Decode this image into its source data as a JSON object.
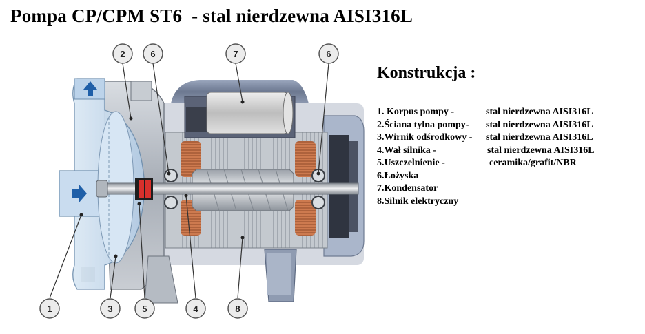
{
  "title": "Pompa CP/CPM ST6  - stal nierdzewna AISI316L",
  "section_title": "Konstrukcja :",
  "parts": [
    {
      "name": "1. Korpus pompy -",
      "material": "stal nierdzewna AISI316L"
    },
    {
      "name": "2.Ściana tylna pompy-",
      "material": "stal nierdzewna AISI316L"
    },
    {
      "name": "3.Wirnik odśrodkowy -",
      "material": "stal nierdzewna AISI316L"
    },
    {
      "name": "4.Wał silnika -",
      "material": "stal nierdzewna AISI316L"
    },
    {
      "name": "5.Uszczelnienie -",
      "material": "ceramika/grafit/NBR"
    },
    {
      "name": "6.Łożyska",
      "material": ""
    },
    {
      "name": "7.Kondensator",
      "material": ""
    },
    {
      "name": "8.Silnik elektryczny",
      "material": ""
    }
  ],
  "callouts": [
    "1",
    "2",
    "3",
    "4",
    "5",
    "6",
    "6",
    "7",
    "8"
  ],
  "colors": {
    "pump_body": "#b9bec6",
    "casing_blue": "#c6d8ea",
    "flow_arrow": "#1f5fa8",
    "motor_frame": "#7d8aa3",
    "copper_winding": "#c8764c",
    "rotor_steel": "#cfd3d8",
    "capacitor": "#d2d2d2"
  },
  "icons": [
    "flow-arrow-up-icon",
    "flow-arrow-right-icon"
  ]
}
